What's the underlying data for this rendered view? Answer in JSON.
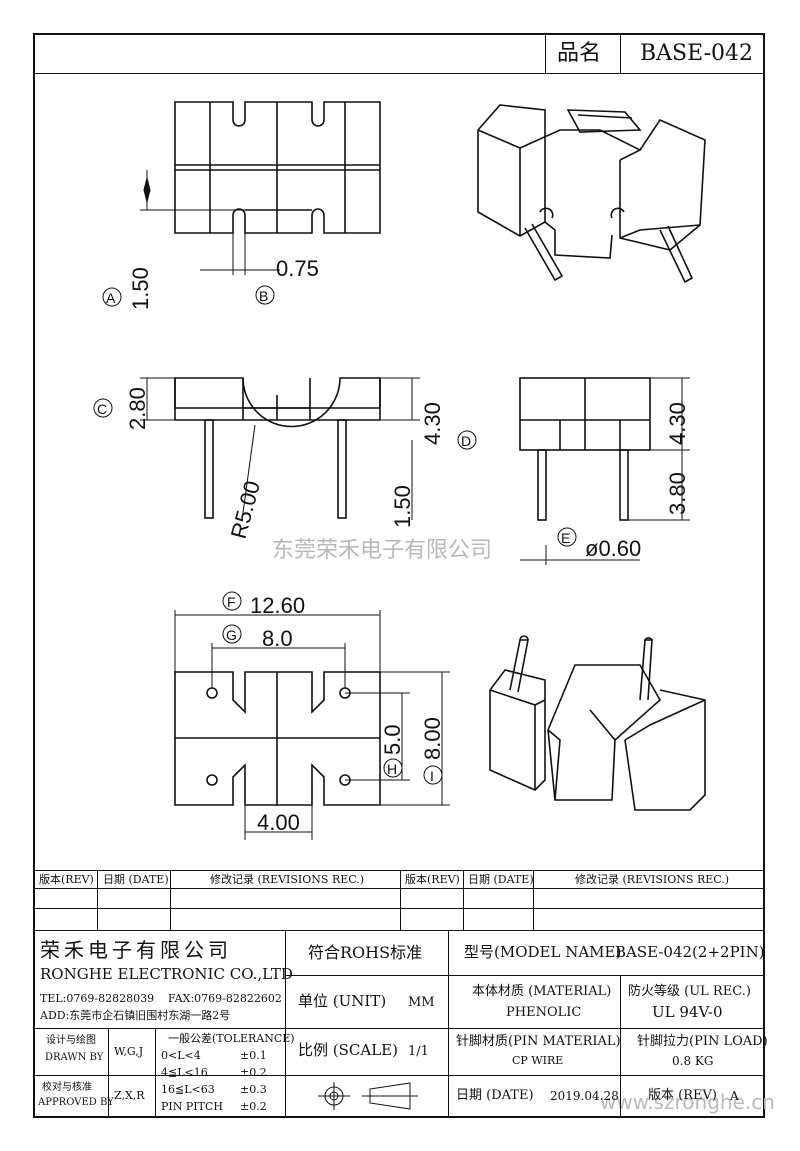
{
  "header": {
    "product_label": "品名",
    "product_code": "BASE-042"
  },
  "drawing": {
    "dim_top_pitch": "0.75",
    "dim_top_height": "1.50",
    "marker_a": "A",
    "marker_b": "B",
    "marker_c": "C",
    "marker_d": "D",
    "marker_e": "E",
    "marker_f": "F",
    "marker_g": "G",
    "marker_h": "H",
    "marker_i": "I",
    "dim_side_height": "2.80",
    "dim_radius": "R5.00",
    "dim_body_height": "4.30",
    "dim_pin_offset": "1.50",
    "dim_end_height": "4.30",
    "dim_pin_length": "3.80",
    "dim_pin_dia": "ø0.60",
    "dim_width": "12.60",
    "dim_pin_span": "8.0",
    "dim_slot": "5.0",
    "dim_depth": "8.00",
    "dim_center": "4.00",
    "watermark_text": "东莞荣禾电子有限公司",
    "watermark_url": "www.szronghe.cn"
  },
  "revisions": {
    "headers": [
      "版本(REV)",
      "日期 (DATE)",
      "修改记录 (REVISIONS REC.)",
      "版本(REV)",
      "日期 (DATE)",
      "修改记录 (REVISIONS REC.)"
    ]
  },
  "title_block": {
    "company_cn": "荣禾电子有限公司",
    "company_en": "RONGHE ELECTRONIC CO.,LTD",
    "tel": "TEL:0769-82828039",
    "fax": "FAX:0769-82822602",
    "address": "ADD:东莞市企石镇旧围村东湖一路2号",
    "rohs": "符合ROHS标准",
    "model_label": "型号(MODEL NAME)",
    "model_value": "BASE-042(2+2PIN)",
    "unit_label": "单位 (UNIT)",
    "unit_value": "MM",
    "material_label": "本体材质 (MATERIAL)",
    "material_value": "PHENOLIC",
    "flame_label": "防火等级 (UL REC.)",
    "flame_value": "UL 94V-0",
    "scale_label": "比例 (SCALE)",
    "scale_value": "1/1",
    "pin_material_label": "针脚材质(PIN MATERIAL)",
    "pin_material_value": "CP WIRE",
    "pin_load_label": "针脚拉力(PIN LOAD)",
    "pin_load_value": "0.8 KG",
    "design_label_cn": "设计与绘图",
    "design_label_en": "DRAWN BY",
    "design_value": "W,G,J",
    "check_label_cn": "校对与核准",
    "check_label_en": "APPROVED BY",
    "check_value": "Z,X,R",
    "tolerance_title": "一般公差(TOLERANCE)",
    "tol_rows": [
      {
        "range": "0<L<4",
        "value": "±0.1"
      },
      {
        "range": "4≦L<16",
        "value": "±0.2"
      },
      {
        "range": "16≦L<63",
        "value": "±0.3"
      },
      {
        "range": "PIN PITCH",
        "value": "±0.2"
      }
    ],
    "date_label": "日期 (DATE)",
    "date_value": "2019.04.28",
    "rev_label": "版本 (REV)",
    "rev_value": "A"
  }
}
